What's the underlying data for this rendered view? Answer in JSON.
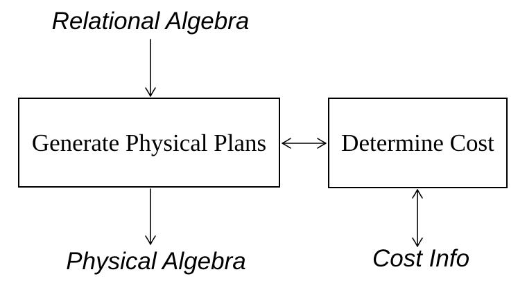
{
  "diagram": {
    "type": "flowchart",
    "background_color": "#ffffff",
    "line_color": "#000000",
    "text_color": "#000000",
    "nodes": [
      {
        "id": "generate-physical-plans",
        "label": "Generate Physical Plans",
        "shape": "rectangle"
      },
      {
        "id": "determine-cost",
        "label": "Determine Cost",
        "shape": "rectangle"
      }
    ],
    "labels": [
      {
        "id": "relational-algebra",
        "text": "Relational Algebra",
        "style": "italic",
        "position": "above generate-physical-plans"
      },
      {
        "id": "physical-algebra",
        "text": "Physical Algebra",
        "style": "italic",
        "position": "below generate-physical-plans"
      },
      {
        "id": "cost-info",
        "text": "Cost Info",
        "style": "italic",
        "position": "below determine-cost"
      }
    ],
    "edges": [
      {
        "from": "relational-algebra",
        "to": "generate-physical-plans",
        "direction": "down",
        "arrowheads": "single"
      },
      {
        "from": "generate-physical-plans",
        "to": "determine-cost",
        "direction": "horizontal",
        "arrowheads": "double"
      },
      {
        "from": "generate-physical-plans",
        "to": "physical-algebra",
        "direction": "down",
        "arrowheads": "single"
      },
      {
        "from": "determine-cost",
        "to": "cost-info",
        "direction": "vertical",
        "arrowheads": "double"
      }
    ]
  }
}
